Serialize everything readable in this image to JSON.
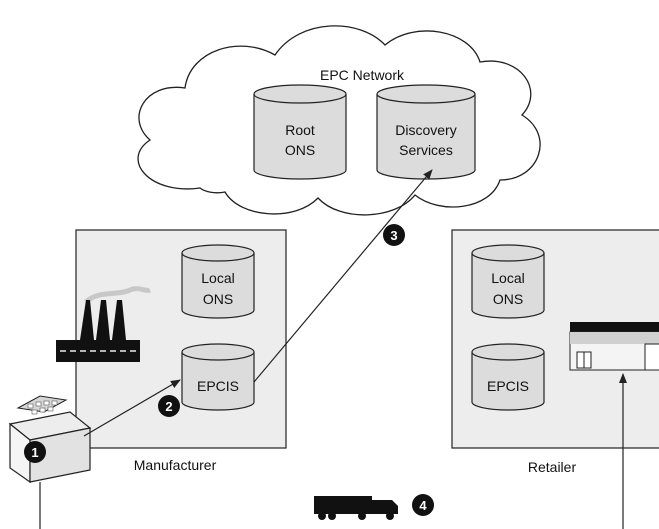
{
  "cloud": {
    "title": "EPC Network"
  },
  "databases": {
    "root_ons": [
      "Root",
      "ONS"
    ],
    "discovery": [
      "Discovery",
      "Services"
    ],
    "mfr_local_ons": [
      "Local",
      "ONS"
    ],
    "mfr_epcis": "EPCIS",
    "ret_local_ons": [
      "Local",
      "ONS"
    ],
    "ret_epcis": "EPCIS"
  },
  "sites": {
    "manufacturer": "Manufacturer",
    "retailer": "Retailer"
  },
  "steps": [
    "1",
    "2",
    "3",
    "4"
  ],
  "colors": {
    "site_fill": "#ededed",
    "db_fill": "#dcdcdc",
    "badge": "#111111",
    "line": "#222222"
  },
  "icons": [
    "cloud-icon",
    "factory-icon",
    "box-icon",
    "truck-icon",
    "store-icon"
  ]
}
